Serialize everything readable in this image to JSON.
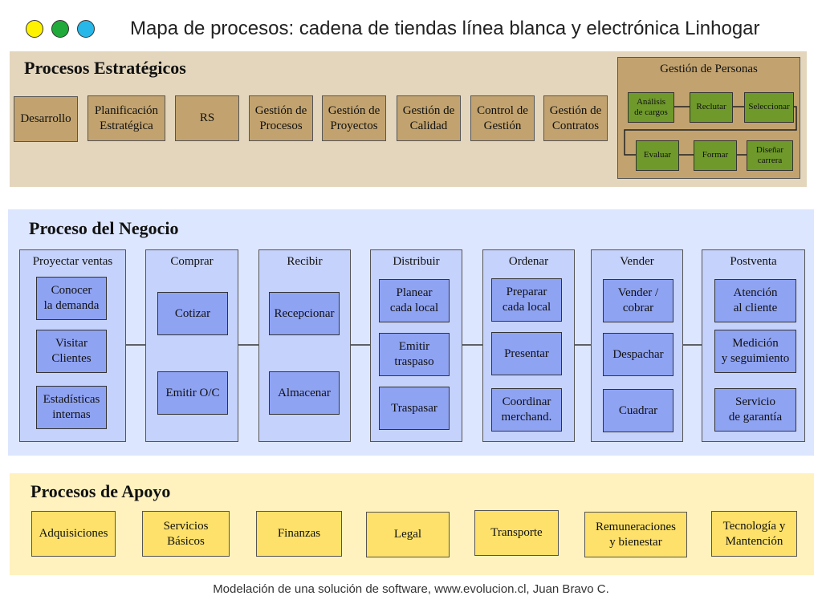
{
  "header": {
    "title": "Mapa de procesos: cadena de tiendas línea blanca y electrónica Linhogar",
    "dot_colors": [
      "#fef200",
      "#1faa3a",
      "#27b7e8"
    ]
  },
  "strategic": {
    "title": "Procesos Estratégicos",
    "items": [
      "Desarrollo",
      "Planificación\nEstratégica",
      "RS",
      "Gestión de\nProcesos",
      "Gestión de\nProyectos",
      "Gestión de\nCalidad",
      "Control de\nGestión",
      "Gestión de\nContratos"
    ],
    "personas": {
      "title": "Gestión de Personas",
      "row1": [
        "Análisis\nde cargos",
        "Reclutar",
        "Seleccionar"
      ],
      "row2": [
        "Evaluar",
        "Formar",
        "Diseñar\ncarrera"
      ]
    }
  },
  "business": {
    "title": "Proceso del Negocio",
    "columns": [
      {
        "title": "Proyectar ventas",
        "items": [
          "Conocer\nla demanda",
          "Visitar\nClientes",
          "Estadísticas\ninternas"
        ]
      },
      {
        "title": "Comprar",
        "items": [
          "Cotizar",
          "Emitir O/C"
        ]
      },
      {
        "title": "Recibir",
        "items": [
          "Recepcionar",
          "Almacenar"
        ]
      },
      {
        "title": "Distribuir",
        "items": [
          "Planear\ncada local",
          "Emitir\ntraspaso",
          "Traspasar"
        ]
      },
      {
        "title": "Ordenar",
        "items": [
          "Preparar\ncada local",
          "Presentar",
          "Coordinar\nmerchand."
        ]
      },
      {
        "title": "Vender",
        "items": [
          "Vender /\ncobrar",
          "Despachar",
          "Cuadrar"
        ]
      },
      {
        "title": "Postventa",
        "items": [
          "Atención\nal cliente",
          "Medición\ny seguimiento",
          "Servicio\nde garantía"
        ]
      }
    ]
  },
  "support": {
    "title": "Procesos de Apoyo",
    "items": [
      "Adquisiciones",
      "Servicios\nBásicos",
      "Finanzas",
      "Legal",
      "Transporte",
      "Remuneraciones\ny bienestar",
      "Tecnología y\nMantención"
    ]
  },
  "footer": "Modelación de una solución de software, www.evolucion.cl, Juan Bravo C."
}
